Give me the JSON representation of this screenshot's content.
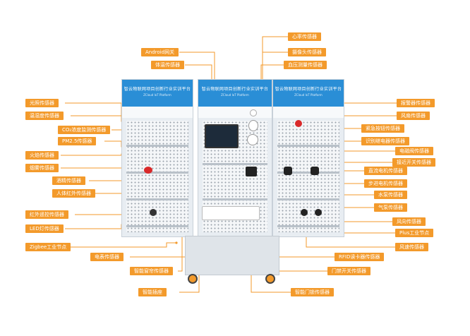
{
  "cabinet": {
    "panel_title": "智云物联网项目创新行业实训平台",
    "panel_subtitle": "ZCloud IoT Platform"
  },
  "callouts": [
    {
      "id": "android-gateway",
      "text": "Android网关"
    },
    {
      "id": "body-temp",
      "text": "体温传感器"
    },
    {
      "id": "heart-rate",
      "text": "心率传感器"
    },
    {
      "id": "camera",
      "text": "摄像头传感器"
    },
    {
      "id": "blood-pressure",
      "text": "血压测量传感器"
    },
    {
      "id": "light",
      "text": "光照传感器"
    },
    {
      "id": "temp-humidity",
      "text": "温湿度传感器"
    },
    {
      "id": "co2",
      "text": "CO₂浓度监测传感器"
    },
    {
      "id": "pm25",
      "text": "PM2.5传感器"
    },
    {
      "id": "flame",
      "text": "火焰传感器"
    },
    {
      "id": "smoke",
      "text": "烟雾传感器"
    },
    {
      "id": "alcohol",
      "text": "酒精传感器"
    },
    {
      "id": "pir",
      "text": "人体红外传感器"
    },
    {
      "id": "ir-remote",
      "text": "红外遥控传感器"
    },
    {
      "id": "led",
      "text": "LED灯传感器"
    },
    {
      "id": "zigbee",
      "text": "Zigbee工业节点"
    },
    {
      "id": "alarm",
      "text": "报警器传感器"
    },
    {
      "id": "fan",
      "text": "风扇传感器"
    },
    {
      "id": "emergency-button",
      "text": "紧急按钮传感器"
    },
    {
      "id": "relay",
      "text": "识别继电器传感器"
    },
    {
      "id": "solenoid-valve",
      "text": "电磁阀传感器"
    },
    {
      "id": "proximity",
      "text": "接近开关传感器"
    },
    {
      "id": "dc-motor",
      "text": "直流电机传感器"
    },
    {
      "id": "stepper",
      "text": "步进电机传感器"
    },
    {
      "id": "water-pump",
      "text": "水泵传感器"
    },
    {
      "id": "air-pump",
      "text": "气泵传感器"
    },
    {
      "id": "wind-direction",
      "text": "风向传感器"
    },
    {
      "id": "plus-node",
      "text": "Plus工业节点"
    },
    {
      "id": "wind-speed",
      "text": "风速传感器"
    },
    {
      "id": "electricity-meter",
      "text": "电表传感器"
    },
    {
      "id": "smart-door-lock",
      "text": "智能门锁传感器"
    },
    {
      "id": "rfid",
      "text": "RFID读卡器传感器"
    },
    {
      "id": "door-switch",
      "text": "门禁开关传感器"
    },
    {
      "id": "smart-curtain",
      "text": "智能窗帘传感器"
    },
    {
      "id": "socket",
      "text": "智能插座"
    }
  ],
  "colors": {
    "callout_bg": "#f39a2b",
    "panel_header": "#2a8ed6",
    "leader_line": "#f39a2b"
  }
}
